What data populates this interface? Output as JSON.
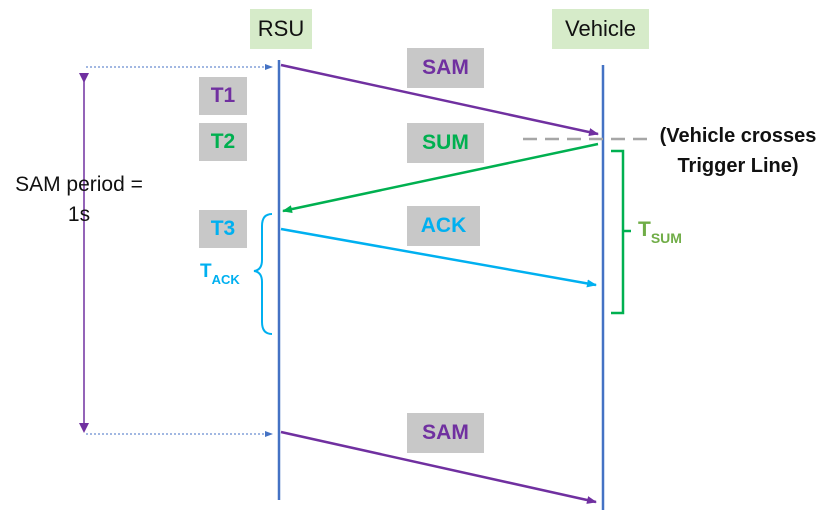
{
  "entities": {
    "rsu": "RSU",
    "vehicle": "Vehicle"
  },
  "messages": {
    "sam_first": "SAM",
    "sum": "SUM",
    "ack": "ACK",
    "sam_second": "SAM"
  },
  "timestamps": {
    "t1": "T1",
    "t2": "T2",
    "t3": "T3"
  },
  "period": {
    "line1": "SAM period =",
    "line2": "1s"
  },
  "trigger_note": {
    "line1": "(Vehicle crosses",
    "line2": "Trigger Line)"
  },
  "intervals": {
    "ack": {
      "main": "T",
      "subscript": "ACK"
    },
    "sum": {
      "main": "T",
      "subscript": "SUM"
    }
  },
  "colors": {
    "lifeline": "#4472c4",
    "sam": "#7030a0",
    "sum": "#00b050",
    "ack": "#00b0f0",
    "t_sum": "#70ad47",
    "dashed": "#a6a6a6",
    "header_bg": "#d6ebc9",
    "tag_bg": "#c8c8c8"
  }
}
